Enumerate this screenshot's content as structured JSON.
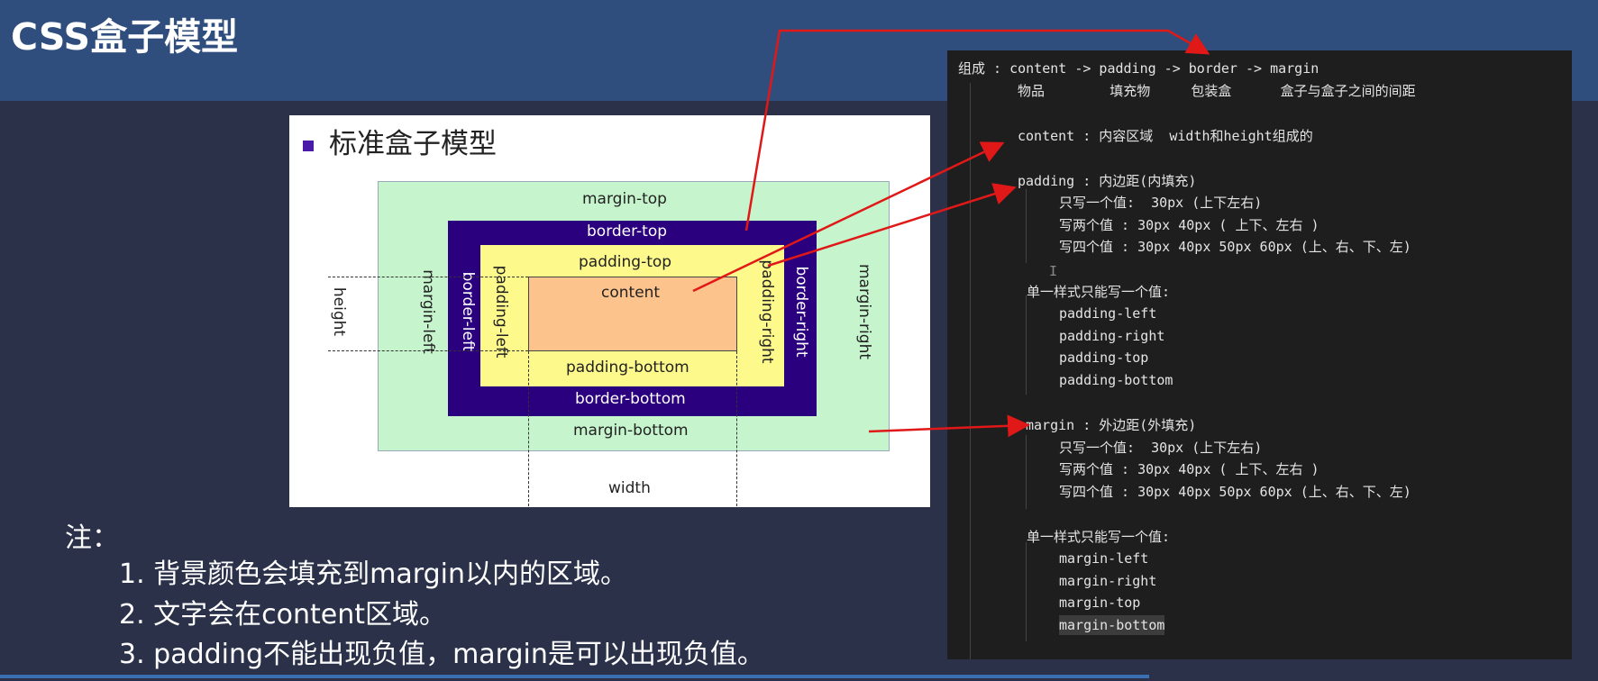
{
  "slide": {
    "title": "CSS盒子模型"
  },
  "diagram": {
    "heading": "标准盒子模型",
    "labels": {
      "margin_top": "margin-top",
      "border_top": "border-top",
      "padding_top": "padding-top",
      "content": "content",
      "padding_bottom": "padding-bottom",
      "border_bottom": "border-bottom",
      "margin_bottom": "margin-bottom",
      "margin_left": "margin-left",
      "border_left": "border-left",
      "padding_left": "padding-left",
      "padding_right": "padding-right",
      "border_right": "border-right",
      "margin_right": "margin-right",
      "height": "height",
      "width": "width"
    },
    "colors": {
      "margin": "#c6f5cd",
      "border": "#2a007e",
      "padding": "#fdf98a",
      "content": "#fdc38c"
    }
  },
  "notes": {
    "label": "注：",
    "items": [
      "1. 背景颜色会填充到margin以内的区域。",
      "2. 文字会在content区域。",
      "3. padding不能出现负值，margin是可以出现负值。"
    ]
  },
  "code": {
    "lines": [
      "组成 : content -> padding -> border -> margin",
      "物品        填充物     包装盒      盒子与盒子之间的间距",
      "content : 内容区域  width和height组成的",
      "padding : 内边距(内填充)",
      "只写一个值:  30px (上下左右)",
      "写两个值 : 30px 40px ( 上下、左右 )",
      "写四个值 : 30px 40px 50px 60px (上、右、下、左)",
      "单一样式只能写一个值:",
      "padding-left",
      "padding-right",
      "padding-top",
      "padding-bottom",
      "margin : 外边距(外填充)",
      "只写一个值:  30px (上下左右)",
      "写两个值 : 30px 40px ( 上下、左右 )",
      "写四个值 : 30px 40px 50px 60px (上、右、下、左)",
      "单一样式只能写一个值:",
      "margin-left",
      "margin-right",
      "margin-top",
      "margin-bottom"
    ]
  }
}
